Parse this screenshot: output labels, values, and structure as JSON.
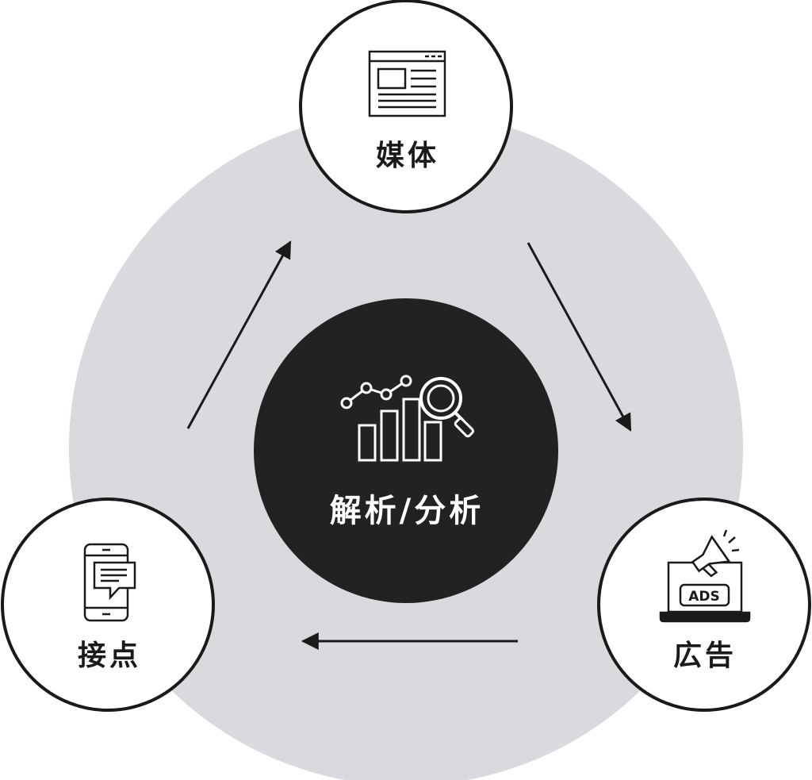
{
  "center": {
    "label": "解析/分析"
  },
  "nodes": {
    "media": {
      "label": "媒体",
      "icon": "webpage-icon"
    },
    "ads": {
      "label": "広告",
      "icon": "laptop-megaphone-ads-icon",
      "badge": "ADS"
    },
    "touchpoint": {
      "label": "接点",
      "icon": "smartphone-chat-icon"
    }
  },
  "flow": [
    {
      "from": "媒体",
      "to": "広告"
    },
    {
      "from": "広告",
      "to": "接点"
    },
    {
      "from": "接点",
      "to": "媒体"
    }
  ],
  "colors": {
    "background_ring": "#d8dadd",
    "center_fill": "#222222",
    "center_text": "#ffffff",
    "node_fill": "#ffffff",
    "stroke": "#1a1a1a"
  }
}
